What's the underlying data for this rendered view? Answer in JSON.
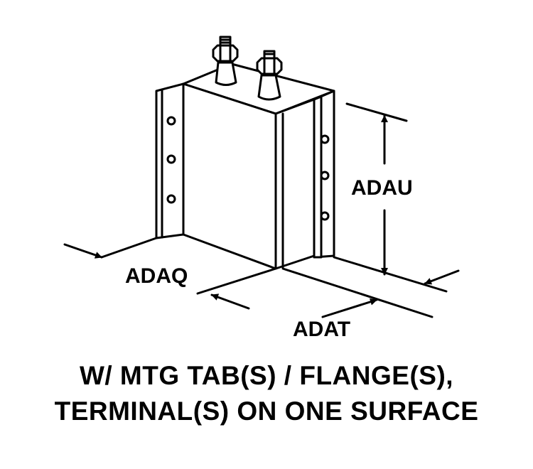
{
  "dimensions": {
    "height_label": "ADAU",
    "depth_label": "ADAQ",
    "width_label": "ADAT"
  },
  "caption": {
    "line1": "W/ MTG TAB(S) / FLANGE(S),",
    "line2": "TERMINAL(S) ON ONE SURFACE"
  },
  "colors": {
    "ink": "#000000",
    "background": "#ffffff"
  }
}
